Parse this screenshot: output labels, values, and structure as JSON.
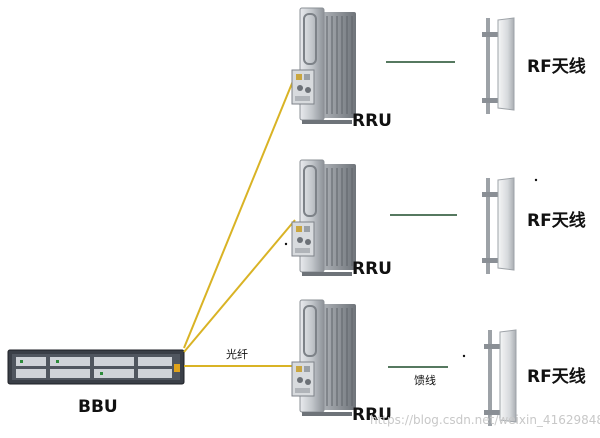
{
  "bbu": {
    "label": "BBU"
  },
  "rru_units": [
    {
      "label": "RRU"
    },
    {
      "label": "RRU"
    },
    {
      "label": "RRU"
    }
  ],
  "antennas": [
    {
      "label": "RF天线"
    },
    {
      "label": "RF天线"
    },
    {
      "label": "RF天线"
    }
  ],
  "fiber_label": "光纤",
  "feeder_label": "馈线",
  "watermark": "https://blog.csdn.net/weixin_41629848",
  "colors": {
    "fiber": "#d9b325",
    "feeder": "#1f4d2c",
    "metal": "#bfc3c7",
    "bbu_body": "#3a3f47"
  }
}
